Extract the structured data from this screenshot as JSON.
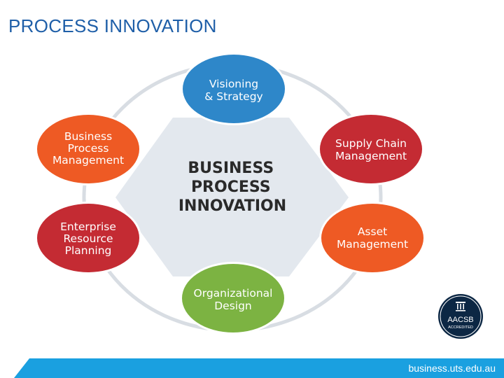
{
  "slide": {
    "title": "PROCESS INNOVATION"
  },
  "diagram": {
    "center": {
      "lines": [
        "BUSINESS",
        "PROCESS",
        "INNOVATION"
      ]
    },
    "nodes": [
      {
        "id": "visioning",
        "lines": [
          "Visioning",
          "& Strategy"
        ],
        "color": "#2e87c9"
      },
      {
        "id": "supply-chain",
        "lines": [
          "Supply Chain",
          "Management"
        ],
        "color": "#c42b33"
      },
      {
        "id": "asset",
        "lines": [
          "Asset",
          "Management"
        ],
        "color": "#ee5a24"
      },
      {
        "id": "organizational",
        "lines": [
          "Organizational",
          "Design"
        ],
        "color": "#7cb342"
      },
      {
        "id": "erp",
        "lines": [
          "Enterprise",
          "Resource",
          "Planning"
        ],
        "color": "#c42b33"
      },
      {
        "id": "bpm",
        "lines": [
          "Business",
          "Process",
          "Management"
        ],
        "color": "#ee5a24"
      }
    ],
    "hex_color": "#e3e8ee",
    "ring_color": "#d8dde3"
  },
  "badge": {
    "name": "AACSB",
    "status": "ACCREDITED",
    "color": "#0c2744"
  },
  "footer": {
    "url": "business.uts.edu.au",
    "color": "#1aa0e0"
  }
}
